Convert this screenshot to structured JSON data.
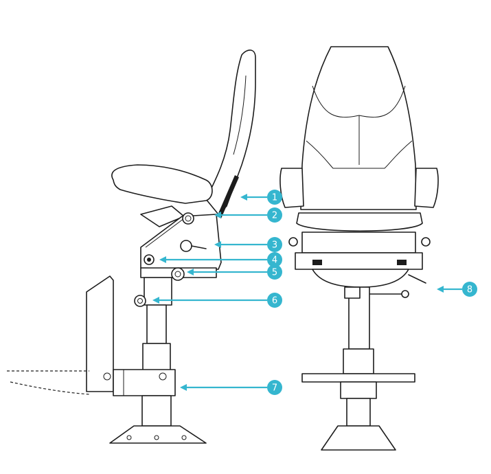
{
  "accent_color": "#35b6cf",
  "callouts": [
    {
      "number": "1"
    },
    {
      "number": "2"
    },
    {
      "number": "3"
    },
    {
      "number": "4"
    },
    {
      "number": "5"
    },
    {
      "number": "6"
    },
    {
      "number": "7"
    },
    {
      "number": "8"
    }
  ]
}
